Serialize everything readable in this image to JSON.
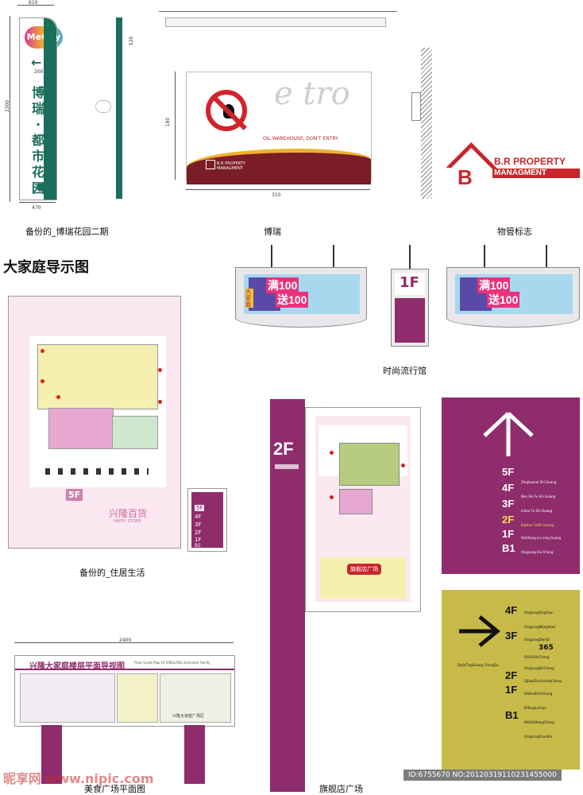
{
  "pylon": {
    "title": "博瑞·都市花园",
    "logo": "MeCity",
    "dims": {
      "top": "610",
      "height": "2300",
      "bottom": "470",
      "mid": "200",
      "side": "520"
    },
    "caption": "备份的_博瑞花园二期"
  },
  "sign": {
    "warning": "OIL WAREHOUSE, DON'T ENTRY",
    "logo_text": "B.R PROPERTY MANAGMENT",
    "dims": {
      "height": "180",
      "width": "310"
    },
    "caption": "博瑞"
  },
  "brand_logo": {
    "line1": "B.R PROPERTY",
    "line2": "MANAGMENT",
    "caption": "物管标志"
  },
  "section_title": "大家庭导示图",
  "hanging": {
    "promo_top": "满100",
    "promo_bottom": "送100",
    "side_tag": "大家庭",
    "small_floor": "1F",
    "caption": "时尚流行馆"
  },
  "living_map": {
    "floor": "5F",
    "brand": "兴隆百货",
    "brand_en": "HAPPY STORE",
    "small_floors": [
      "5F",
      "4F",
      "3F",
      "2F",
      "1F",
      "B1"
    ],
    "caption": "备份的_住居生活"
  },
  "food_board": {
    "title": "兴隆大家庭楼层平面导视图",
    "subtitle": "Floor Guide Map Of XINGLONG Extended Family",
    "dim": "2400",
    "sub_caption": "兴隆大家庭广场区",
    "caption": "美食广场平面图"
  },
  "flagship": {
    "floor": "2F",
    "badge": "旗舰店广场",
    "caption": "旗舰店广场"
  },
  "directory": {
    "floors": [
      {
        "label": "5F",
        "desc": ""
      },
      {
        "label": "4F",
        "desc": "ZhuJiaamei Shi Guang"
      },
      {
        "label": "3F",
        "desc": "Nan Shi Fu Shi Guang"
      },
      {
        "label": "2F",
        "desc": "LiHan Fu Shi Guang"
      },
      {
        "label": "1F",
        "desc": "ShiShang Liu xing Guang"
      },
      {
        "label": "B1",
        "desc": "XingLong Xia Chang"
      }
    ],
    "highlight_desc": "BiuHan FuShi Guang",
    "highlight_color": "#f7e24a",
    "purple": "#8e2c6c",
    "olive": "#c7ba48"
  },
  "olive_sign": {
    "floors_top": [
      "4F",
      "3F"
    ],
    "floors_bottom": [
      "2F",
      "1F",
      "B1"
    ],
    "number": "365",
    "left_desc": "DaJiaTingGuang ChengQu",
    "descs": [
      "XingLongYingYuan",
      "XingLongWangYuan",
      "XingLongDianQi",
      "ShiShiShiChang",
      "XingLongShiChang",
      "QiJiaoDianGuangChang",
      "ShiHuiShiYiChang",
      "DiTongLuYuan",
      "WoShiShangChang",
      "XingLongChaoShi"
    ]
  },
  "watermark": {
    "text": "昵享网 www.nipic.com",
    "id": "ID:6755670 NO:20120319110231455000"
  }
}
